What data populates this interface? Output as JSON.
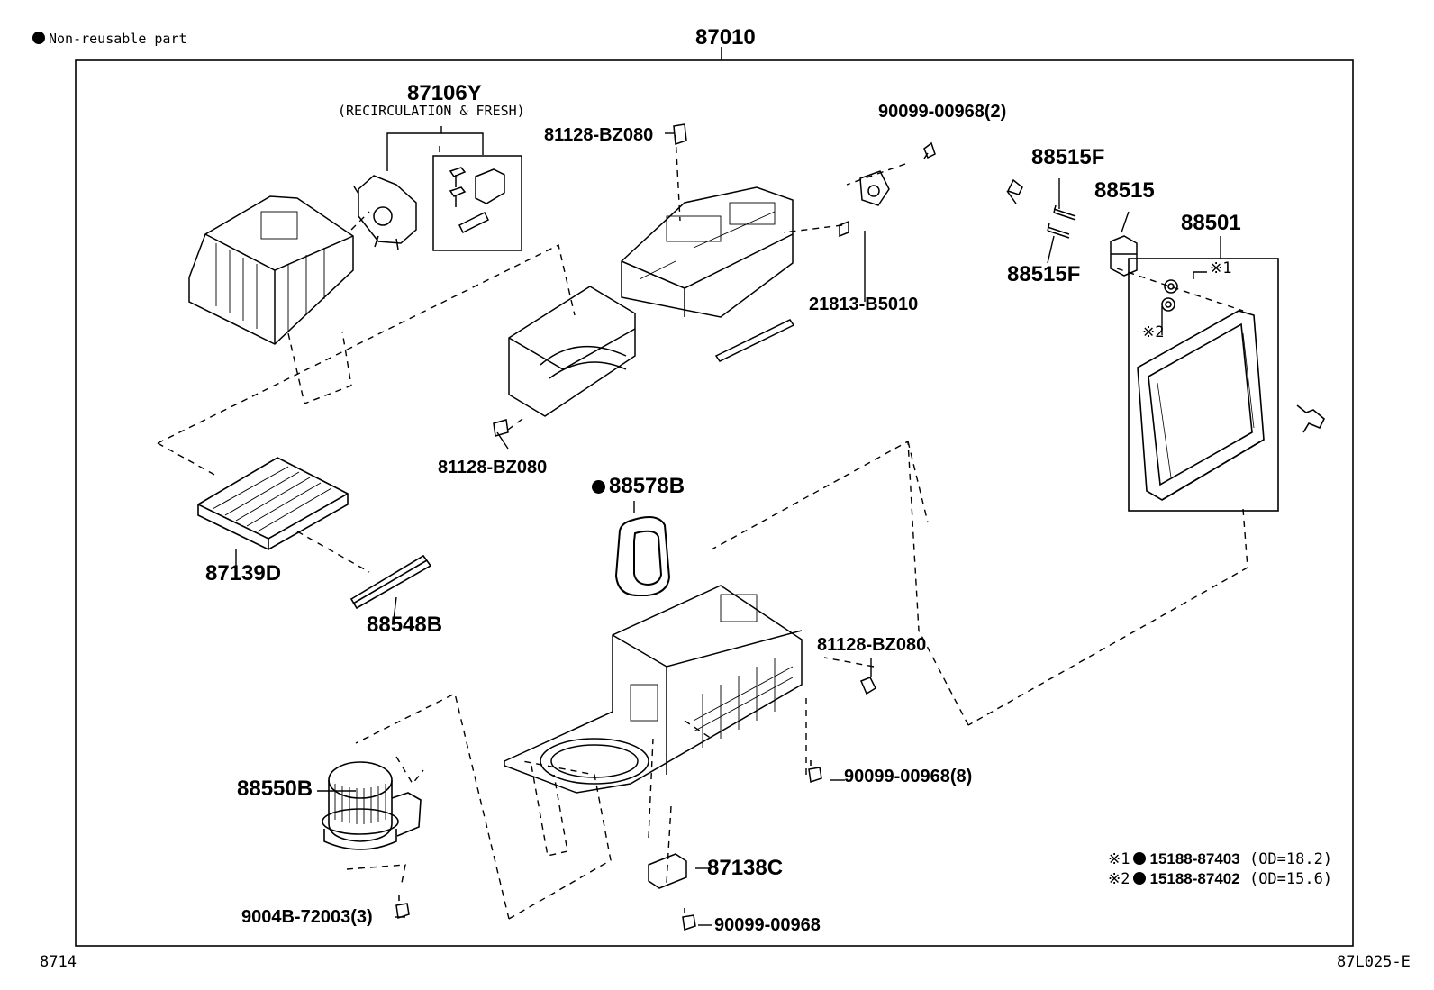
{
  "legend": {
    "non_reusable": "Non-reusable part"
  },
  "assembly_number": "87010",
  "parts": {
    "p87106Y": "87106Y",
    "p87106Y_note": "(RECIRCULATION & FRESH)",
    "p81128_top": "81128-BZ080",
    "p81128_mid": "81128-BZ080",
    "p81128_right": "81128-BZ080",
    "p90099_2": "90099-00968(2)",
    "p88515F_top": "88515F",
    "p88515F_bot": "88515F",
    "p88515": "88515",
    "p88501": "88501",
    "p21813": "21813-B5010",
    "p87139D": "87139D",
    "p88548B": "88548B",
    "p88578B": "88578B",
    "p90099_8": "90099-00968(8)",
    "p88550B": "88550B",
    "p87138C": "87138C",
    "p9004B": "9004B-72003(3)",
    "p90099_1": "90099-00968",
    "ref1": "※1",
    "ref2": "※2"
  },
  "notes": [
    {
      "ref": "※1",
      "part": "15188-87403",
      "spec": "(OD=18.2)"
    },
    {
      "ref": "※2",
      "part": "15188-87402",
      "spec": "(OD=15.6)"
    }
  ],
  "footer": {
    "left": "8714",
    "right": "87L025-E"
  }
}
